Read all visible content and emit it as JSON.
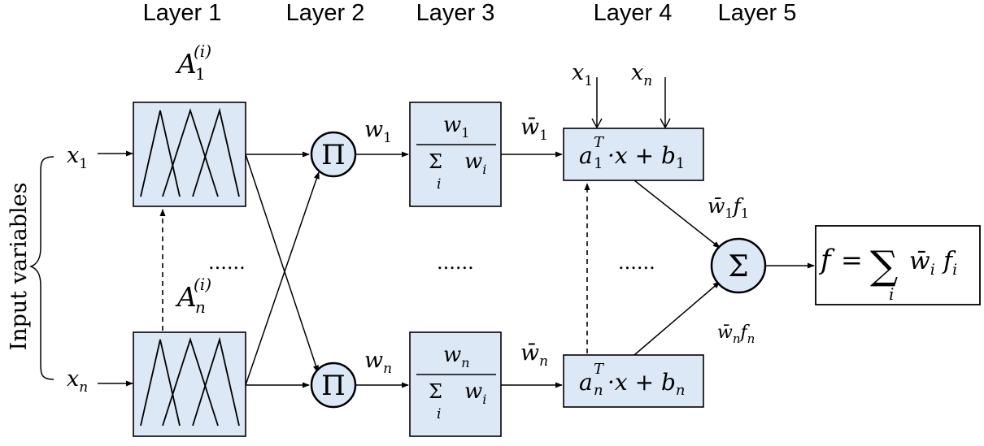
{
  "layers": [
    "Layer 1",
    "Layer 2",
    "Layer 3",
    "Layer 4",
    "Layer 5"
  ],
  "input_group_label": "Input variables",
  "inputs": {
    "first": {
      "base": "x",
      "sub": "1"
    },
    "last": {
      "base": "x",
      "sub": "n"
    }
  },
  "mf_labels": {
    "first": {
      "base": "A",
      "sub": "1",
      "sup": "(i)"
    },
    "last": {
      "base": "A",
      "sub": "n",
      "sup": "(i)"
    }
  },
  "product_symbol": "Π",
  "sum_symbol": "Σ",
  "firing_strengths": {
    "first": {
      "base": "w",
      "sub": "1"
    },
    "last": {
      "base": "w",
      "sub": "n"
    }
  },
  "normalization": {
    "first": {
      "num_base": "w",
      "num_sub": "1",
      "den_sum": "Σ",
      "den_index": "i",
      "den_base": "w",
      "den_sub": "i"
    },
    "last": {
      "num_base": "w",
      "num_sub": "n",
      "den_sum": "Σ",
      "den_index": "i",
      "den_base": "w",
      "den_sub": "i"
    }
  },
  "normalized_weights": {
    "first": {
      "base": "w̄",
      "sub": "1"
    },
    "last": {
      "base": "w̄",
      "sub": "n"
    }
  },
  "consequent_inputs": {
    "first": {
      "base": "x",
      "sub": "1"
    },
    "last": {
      "base": "x",
      "sub": "n"
    }
  },
  "consequents": {
    "first": {
      "a": "a",
      "sub": "1",
      "sup": "T",
      "rest": "·x + ",
      "b": "b",
      "bsub": "1"
    },
    "last": {
      "a": "a",
      "sub": "n",
      "sup": "T",
      "rest": "·x + ",
      "b": "b",
      "bsub": "n"
    }
  },
  "weighted_outputs": {
    "first": {
      "w": "w̄",
      "wsub": "1",
      "f": "f",
      "fsub": "1"
    },
    "last": {
      "w": "w̄",
      "wsub": "n",
      "f": "f",
      "fsub": "n"
    }
  },
  "ellipsis": "......",
  "output_formula": {
    "lhs": "f",
    "eq": "=",
    "sum": "∑",
    "index": "i",
    "w": "w̄",
    "wsub": "i",
    "f": "f",
    "fsub": "i"
  }
}
